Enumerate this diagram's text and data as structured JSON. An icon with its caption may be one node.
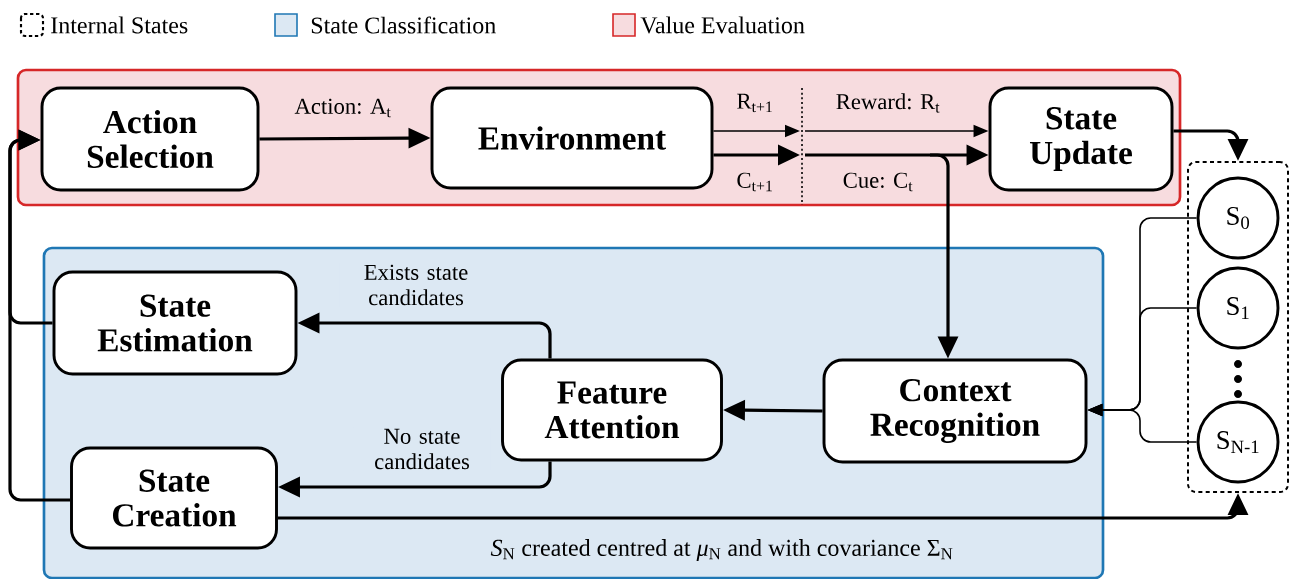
{
  "diagram": {
    "nodes": [
      {
        "text": [],
        "shape": "box"
      },
      {
        "text": [
          "Action Selection"
        ],
        "in": 0
      },
      {
        "text": [
          "Environment"
        ],
        "in": 0
      },
      {
        "text": [
          "State Update"
        ],
        "in": 0
      },
      {
        "text": [],
        "shape": "box"
      },
      {
        "text": [
          "S$_{0}$"
        ],
        "in": 4
      },
      {
        "text": [
          "S$_{1}$"
        ],
        "in": 4
      },
      {
        "text": [
          "S$_{N-1}$"
        ],
        "in": 4
      },
      {
        "text": [],
        "shape": "box"
      },
      {
        "text": [
          "State Estimation"
        ],
        "in": 8
      },
      {
        "text": [
          "Feature Attention"
        ],
        "in": 8
      },
      {
        "text": [
          "Context Recognition"
        ],
        "in": 8
      },
      {
        "text": [
          "State Creation"
        ],
        "in": 8
      }
    ],
    "edges": [
      {
        "from": 1,
        "to": 2,
        "arrow": "to",
        "label": "Action: A$_{t}$"
      },
      {
        "from": 2,
        "to": null,
        "arrow": "to",
        "label": "R$_{t+1}$"
      },
      {
        "from": 2,
        "to": null,
        "arrow": "to",
        "label": "C$_{t+1}$"
      },
      {
        "from": null,
        "to": 3,
        "arrow": "to",
        "label": "Reward: R$_{t}$"
      },
      {
        "from": null,
        "to": 3,
        "arrow": "to",
        "label": "Cue: C$_{t}$"
      },
      {
        "from": null,
        "to": 11,
        "arrow": "to"
      },
      {
        "from": 3,
        "to": 4,
        "arrow": "to"
      },
      {
        "from": 5,
        "to": 11,
        "arrow": "to"
      },
      {
        "from": 6,
        "to": 11,
        "arrow": "to"
      },
      {
        "from": 7,
        "to": 11,
        "arrow": "to"
      },
      {
        "from": 11,
        "to": 10,
        "arrow": "to"
      },
      {
        "from": 10,
        "to": 9,
        "arrow": "to",
        "label": "Exists state candidates"
      },
      {
        "from": 10,
        "to": 12,
        "arrow": "to",
        "label": "No state candidates"
      },
      {
        "from": 9,
        "to": 1,
        "arrow": "to"
      },
      {
        "from": 12,
        "to": 1,
        "arrow": "to"
      },
      {
        "from": 12,
        "to": 4,
        "arrow": "to"
      }
    ],
    "labels": [
      "*S*$_{N}$ created centred at *μ*$_{N}$ and with covariance Σ$_{N}$"
    ],
    "legend": [
      {
        "text": "Internal States"
      },
      {
        "text": "State Classification",
        "color": "#dce8f3"
      },
      {
        "text": "Value Evaluation",
        "color": "#f7dcdf"
      }
    ]
  }
}
